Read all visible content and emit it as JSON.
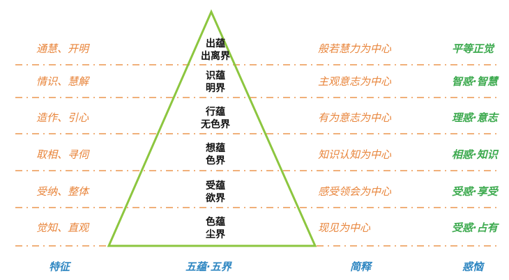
{
  "rows": [
    {
      "trait": "通慧、开明",
      "aggregate": "出蕴",
      "realm": "出离界",
      "explanation": "般若慧力为中心",
      "affliction": "平等正觉"
    },
    {
      "trait": "情识、慧解",
      "aggregate": "识蕴",
      "realm": "明界",
      "explanation": "主观意志为中心",
      "affliction": "智惑·智慧"
    },
    {
      "trait": "造作、引心",
      "aggregate": "行蕴",
      "realm": "无色界",
      "explanation": "有为意志为中心",
      "affliction": "理惑·意志"
    },
    {
      "trait": "取相、寻伺",
      "aggregate": "想蕴",
      "realm": "色界",
      "explanation": "知识认知为中心",
      "affliction": "相惑·知识"
    },
    {
      "trait": "受纳、整体",
      "aggregate": "受蕴",
      "realm": "欲界",
      "explanation": "感受领会为中心",
      "affliction": "受惑·享受"
    },
    {
      "trait": "觉知、直观",
      "aggregate": "色蕴",
      "realm": "尘界",
      "explanation": "现见为中心",
      "affliction": "受惑·占有"
    }
  ],
  "footer": {
    "traits": "特征",
    "center": "五蕴·五界",
    "explanation": "简释",
    "affliction": "惑恼"
  },
  "colors": {
    "orange": "#E8843A",
    "green": "#3DAA4F",
    "triangle": "#8CC63F",
    "blue": "#2E86C1"
  }
}
